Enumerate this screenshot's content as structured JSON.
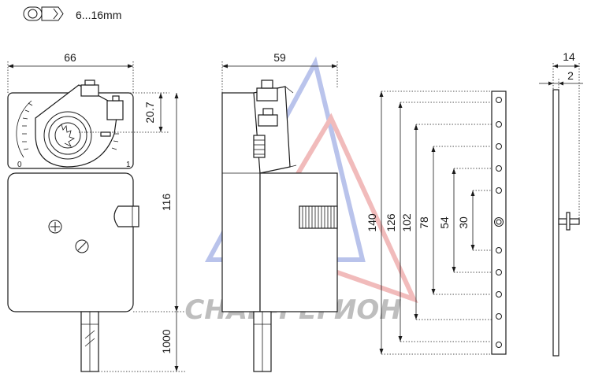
{
  "header": {
    "shaft_range": "6...16mm",
    "icon_round": "round-shaft-icon",
    "icon_square": "square-shaft-icon"
  },
  "front_view": {
    "width_label": "66",
    "clamp_offset_label": "20.7",
    "height_label": "116",
    "cable_label": "1000",
    "scale_min_label": "0",
    "scale_max_label": "1"
  },
  "side_view": {
    "depth_label": "59"
  },
  "bracket_view": {
    "hole_spacing_labels": [
      "140",
      "126",
      "102",
      "78",
      "54",
      "30"
    ]
  },
  "plate_view": {
    "width_label": "14",
    "thickness_label": "2"
  },
  "watermark": {
    "text": "СНАБ-РЕГИОН",
    "color": "#3a55c8",
    "accent_color": "#d94040"
  }
}
